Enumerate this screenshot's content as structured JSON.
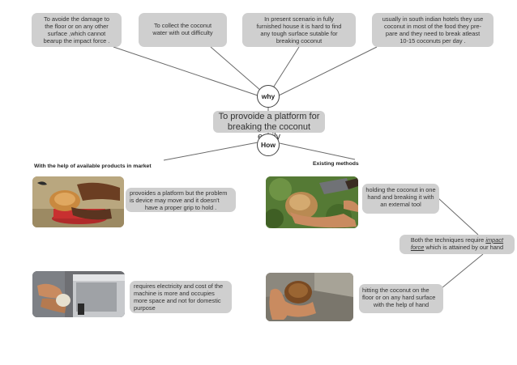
{
  "why_label": "why",
  "how_label": "How",
  "main_goal": [
    "To provoide a platform for",
    "breaking the coconut easily"
  ],
  "reasons": [
    [
      "To avoide the damage to",
      "the floor or on any other",
      "surface ,which cannot",
      "bearup the impact force ."
    ],
    [
      "To collect the coconut",
      "water with out difficulty"
    ],
    [
      "In present scenario in fully",
      "furnished house it is  hard to find",
      "any tough surface sutable for",
      "breaking coconut"
    ],
    [
      "usually in south indian hotels they use",
      "coconut in most of the food they pre-",
      "pare and they need to break atleast",
      "10-15 coconuts per day ."
    ]
  ],
  "left_heading": "With the help of available products in market",
  "right_heading": "Existing methods",
  "products": [
    [
      "provoides a platform but the  problem",
      "is  device may move  and it  doesn't",
      "have a proper grip to hold ."
    ],
    [
      "requires electricity and cost of the",
      "machine is more and occupies",
      "more space and not for domestic",
      "purpose"
    ]
  ],
  "methods": [
    [
      "holding the coconut in one",
      "hand and breaking it with",
      "an external tool"
    ],
    [
      "hitting  the  coconut  on  the",
      "floor or on any hard surface",
      "with the help of hand"
    ]
  ],
  "conclusion": {
    "line1_pre": "Both  the  techniques  require ",
    "line1_em": "impact",
    "line2_em": "force",
    "line2_post": " which is attained by our hand"
  },
  "colors": {
    "box_fill": "#cfcfcf",
    "line": "#666666",
    "coconut": "#c9893f",
    "skin": "#c98b60"
  }
}
